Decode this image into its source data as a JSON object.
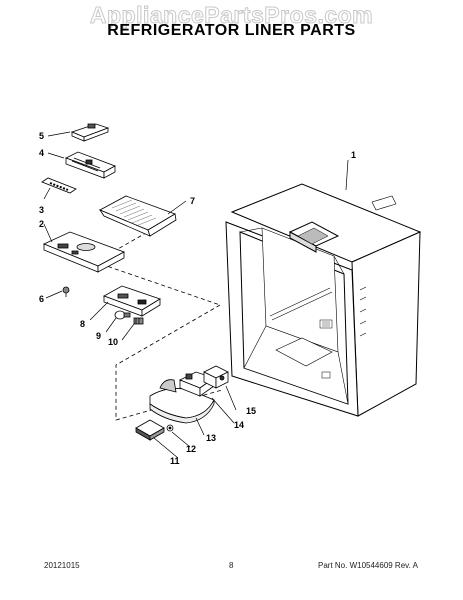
{
  "watermark": "AppliancePartsPros.com",
  "title": "REFRIGERATOR LINER PARTS",
  "footer": {
    "date": "20121015",
    "page": "8",
    "part_number": "Part No. W10544609  Rev. A"
  },
  "callouts": [
    "1",
    "2",
    "3",
    "4",
    "5",
    "6",
    "7",
    "8",
    "9",
    "10",
    "11",
    "12",
    "13",
    "14",
    "15"
  ]
}
